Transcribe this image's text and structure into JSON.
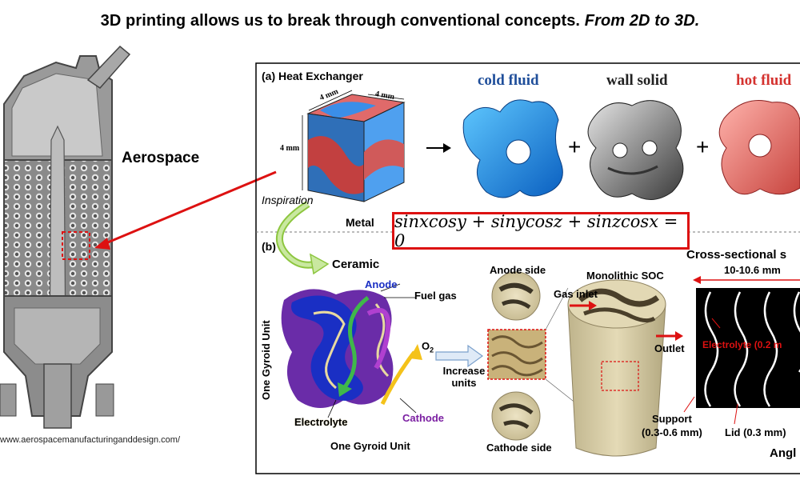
{
  "headline": {
    "main": "3D printing allows us to break through conventional concepts.",
    "emphasis": "From 2D to 3D."
  },
  "left": {
    "aerospace_label": "Aerospace",
    "source_url": "www.aerospacemanufacturinganddesign.com/"
  },
  "panel_a": {
    "title": "(a) Heat Exchanger",
    "cube_dim_top_left": "4 mm",
    "cube_dim_top_right": "4 mm",
    "cube_dim_side": "4 mm",
    "cold_fluid": "cold fluid",
    "wall_solid": "wall solid",
    "hot_fluid": "hot fluid",
    "plus": "+",
    "inspiration": "Inspiration",
    "metal": "Metal",
    "equation": "sinxcosy + sinycosz + sinzcosx = 0"
  },
  "panel_b": {
    "title": "(b)",
    "ceramic": "Ceramic",
    "anode": "Anode",
    "fuel_gas": "Fuel gas",
    "o2": "O",
    "o2_sub": "2",
    "one_gyroid_unit_vertical": "One Gyroid Unit",
    "electrolyte": "Electrolyte",
    "cathode": "Cathode",
    "one_gyroid_unit_bottom": "One Gyroid Unit",
    "increase_units": "Increase units",
    "anode_side": "Anode side",
    "cathode_side": "Cathode side",
    "monolithic_soc": "Monolithic SOC",
    "gas_inlet": "Gas inlet",
    "outlet": "Outlet",
    "cross_sectional": "Cross-sectional s",
    "width": "10-10.6 mm",
    "electrolyte_thickness": "Electrolyte (0.2 m",
    "support": "Support",
    "support_range": "(0.3-0.6 mm)",
    "lid": "Lid (0.3 mm)",
    "angle": "Angl"
  },
  "colors": {
    "cold": "#1f4e9a",
    "hot": "#d4322f",
    "accent_red": "#dd1111",
    "anode": "#1a2fc4",
    "cathode": "#7b1fa2",
    "sample_tan": "#d8cca4"
  }
}
